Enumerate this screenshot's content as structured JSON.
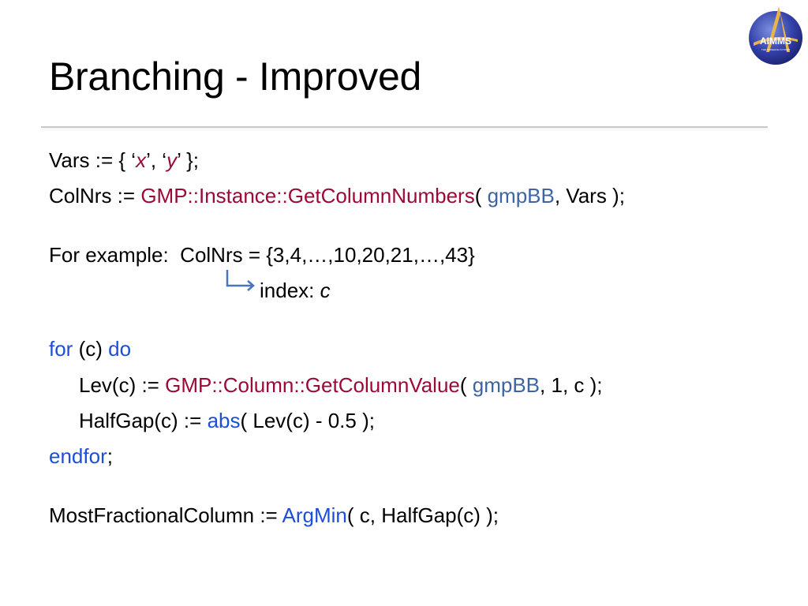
{
  "slide": {
    "title": "Branching - Improved",
    "logo": {
      "icon": "aimms-logo-icon",
      "text": "AIMMS",
      "tagline": "THE MODELING SYSTEM"
    },
    "colors": {
      "function": "#9b0a36",
      "variable": "#3d64a3",
      "keyword": "#1d4ed8",
      "rule": "#c8c8c8"
    },
    "lines": {
      "vars": {
        "a": "Vars := { ‘",
        "x": "x",
        "b": "’, ‘",
        "y": "y",
        "c": "’ };"
      },
      "colnrs": {
        "a": "ColNrs := ",
        "fn": "GMP::Instance::GetColumnNumbers",
        "b": "( ",
        "var": "gmpBB",
        "c": ", Vars );"
      },
      "example": {
        "text": "For example:  ColNrs = {3,4,…,10,20,21,…,43}"
      },
      "index": {
        "a": "index: ",
        "b": "c",
        "arrow_icon": "bent-arrow-right-icon"
      },
      "for": {
        "kw1": "for",
        "mid": " (c) ",
        "kw2": "do"
      },
      "lev": {
        "a": "Lev(c) := ",
        "fn": "GMP::Column::GetColumnValue",
        "b": "( ",
        "var": "gmpBB",
        "c": ", 1, c );"
      },
      "halfgap": {
        "a": "HalfGap(c) := ",
        "kw": "abs",
        "b": "( Lev(c) - 0.5 );"
      },
      "endfor": {
        "kw": "endfor",
        "b": ";"
      },
      "mostfrac": {
        "a": "MostFractionalColumn := ",
        "kw": "ArgMin",
        "b": "( c, HalfGap(c) );"
      }
    }
  }
}
